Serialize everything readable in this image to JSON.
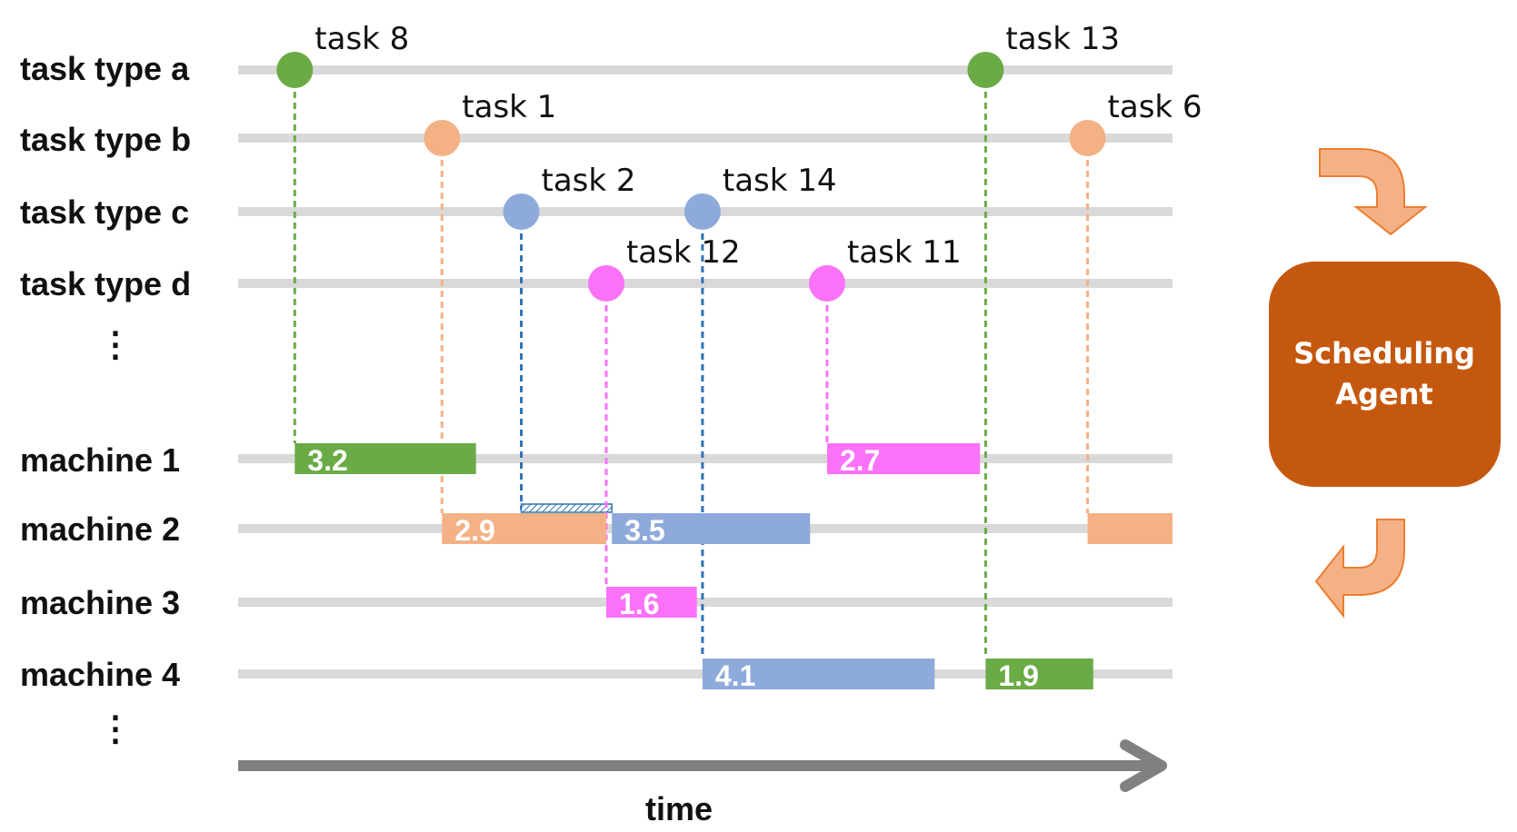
{
  "colors": {
    "green": "#6aab45",
    "peach": "#f4b185",
    "blue": "#8eaadb",
    "blue_dark": "#2e74b5",
    "magenta": "#fb72f8",
    "agent": "#c5580f",
    "arrow_fill": "#f4b185",
    "arrow_stroke": "#ed7d31",
    "timeline": "#d9d9d9",
    "time_axis": "#808080"
  },
  "task_types": [
    {
      "label": "task type a"
    },
    {
      "label": "task type b"
    },
    {
      "label": "task type c"
    },
    {
      "label": "task type d"
    }
  ],
  "machines": [
    {
      "label": "machine 1"
    },
    {
      "label": "machine 2"
    },
    {
      "label": "machine 3"
    },
    {
      "label": "machine 4"
    }
  ],
  "ellipsis": "⋮",
  "tasks": [
    {
      "name": "task 8",
      "type": 0,
      "arrival": 0.5,
      "color": "green",
      "machine": 0,
      "start": 0.5,
      "duration": 3.2,
      "label": "3.2"
    },
    {
      "name": "task 1",
      "type": 1,
      "arrival": 3.1,
      "color": "peach",
      "machine": 1,
      "start": 3.1,
      "duration": 2.9,
      "label": "2.9"
    },
    {
      "name": "task 2",
      "type": 2,
      "arrival": 4.5,
      "color": "blue",
      "machine": 1,
      "start": 6.1,
      "duration": 3.5,
      "label": "3.5",
      "waiting": true
    },
    {
      "name": "task 14",
      "type": 2,
      "arrival": 7.7,
      "color": "blue",
      "machine": 3,
      "start": 7.7,
      "duration": 4.1,
      "label": "4.1"
    },
    {
      "name": "task 12",
      "type": 3,
      "arrival": 6.0,
      "color": "magenta",
      "machine": 2,
      "start": 6.0,
      "duration": 1.6,
      "label": "1.6"
    },
    {
      "name": "task 11",
      "type": 3,
      "arrival": 9.9,
      "color": "magenta",
      "machine": 0,
      "start": 9.9,
      "duration": 2.7,
      "label": "2.7"
    },
    {
      "name": "task 13",
      "type": 0,
      "arrival": 12.7,
      "color": "green",
      "machine": 3,
      "start": 12.7,
      "duration": 1.9,
      "label": "1.9"
    },
    {
      "name": "task 6",
      "type": 1,
      "arrival": 14.5,
      "color": "peach",
      "machine": 1,
      "start": 14.5,
      "duration": 1.5,
      "label": ""
    }
  ],
  "time_axis": {
    "label": "time",
    "range": [
      -0.5,
      16.0
    ]
  },
  "agent": {
    "line1": "Scheduling",
    "line2": "Agent"
  }
}
